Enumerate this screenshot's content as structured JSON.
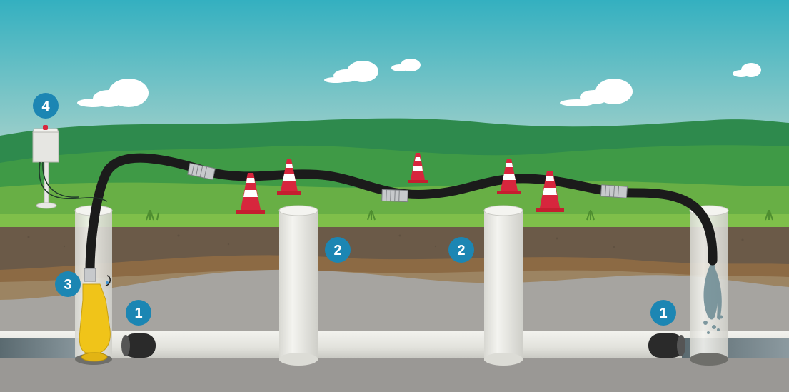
{
  "badges": [
    {
      "id": "pump-control-panel",
      "text": "4"
    },
    {
      "id": "submersible-pump",
      "text": "3"
    },
    {
      "id": "manhole-left",
      "text": "2"
    },
    {
      "id": "manhole-right",
      "text": "2"
    },
    {
      "id": "pipe-plug-left",
      "text": "1"
    },
    {
      "id": "pipe-plug-right",
      "text": "1"
    }
  ],
  "colors": {
    "sky_top": "#34b0c0",
    "sky_bottom": "#b6d6cc",
    "hill_far": "#2f8a4a",
    "hill_near": "#5aa541",
    "grass": "#7fbf4a",
    "soil_dark": "#6b5a48",
    "soil_brown": "#8c6a44",
    "gravel": "#a8a6a2",
    "pipe": "#e6e6e0",
    "hose": "#1b1b1b",
    "cone_red": "#d7263d",
    "pump_yellow": "#f0c419",
    "badge": "#1c86b3"
  }
}
